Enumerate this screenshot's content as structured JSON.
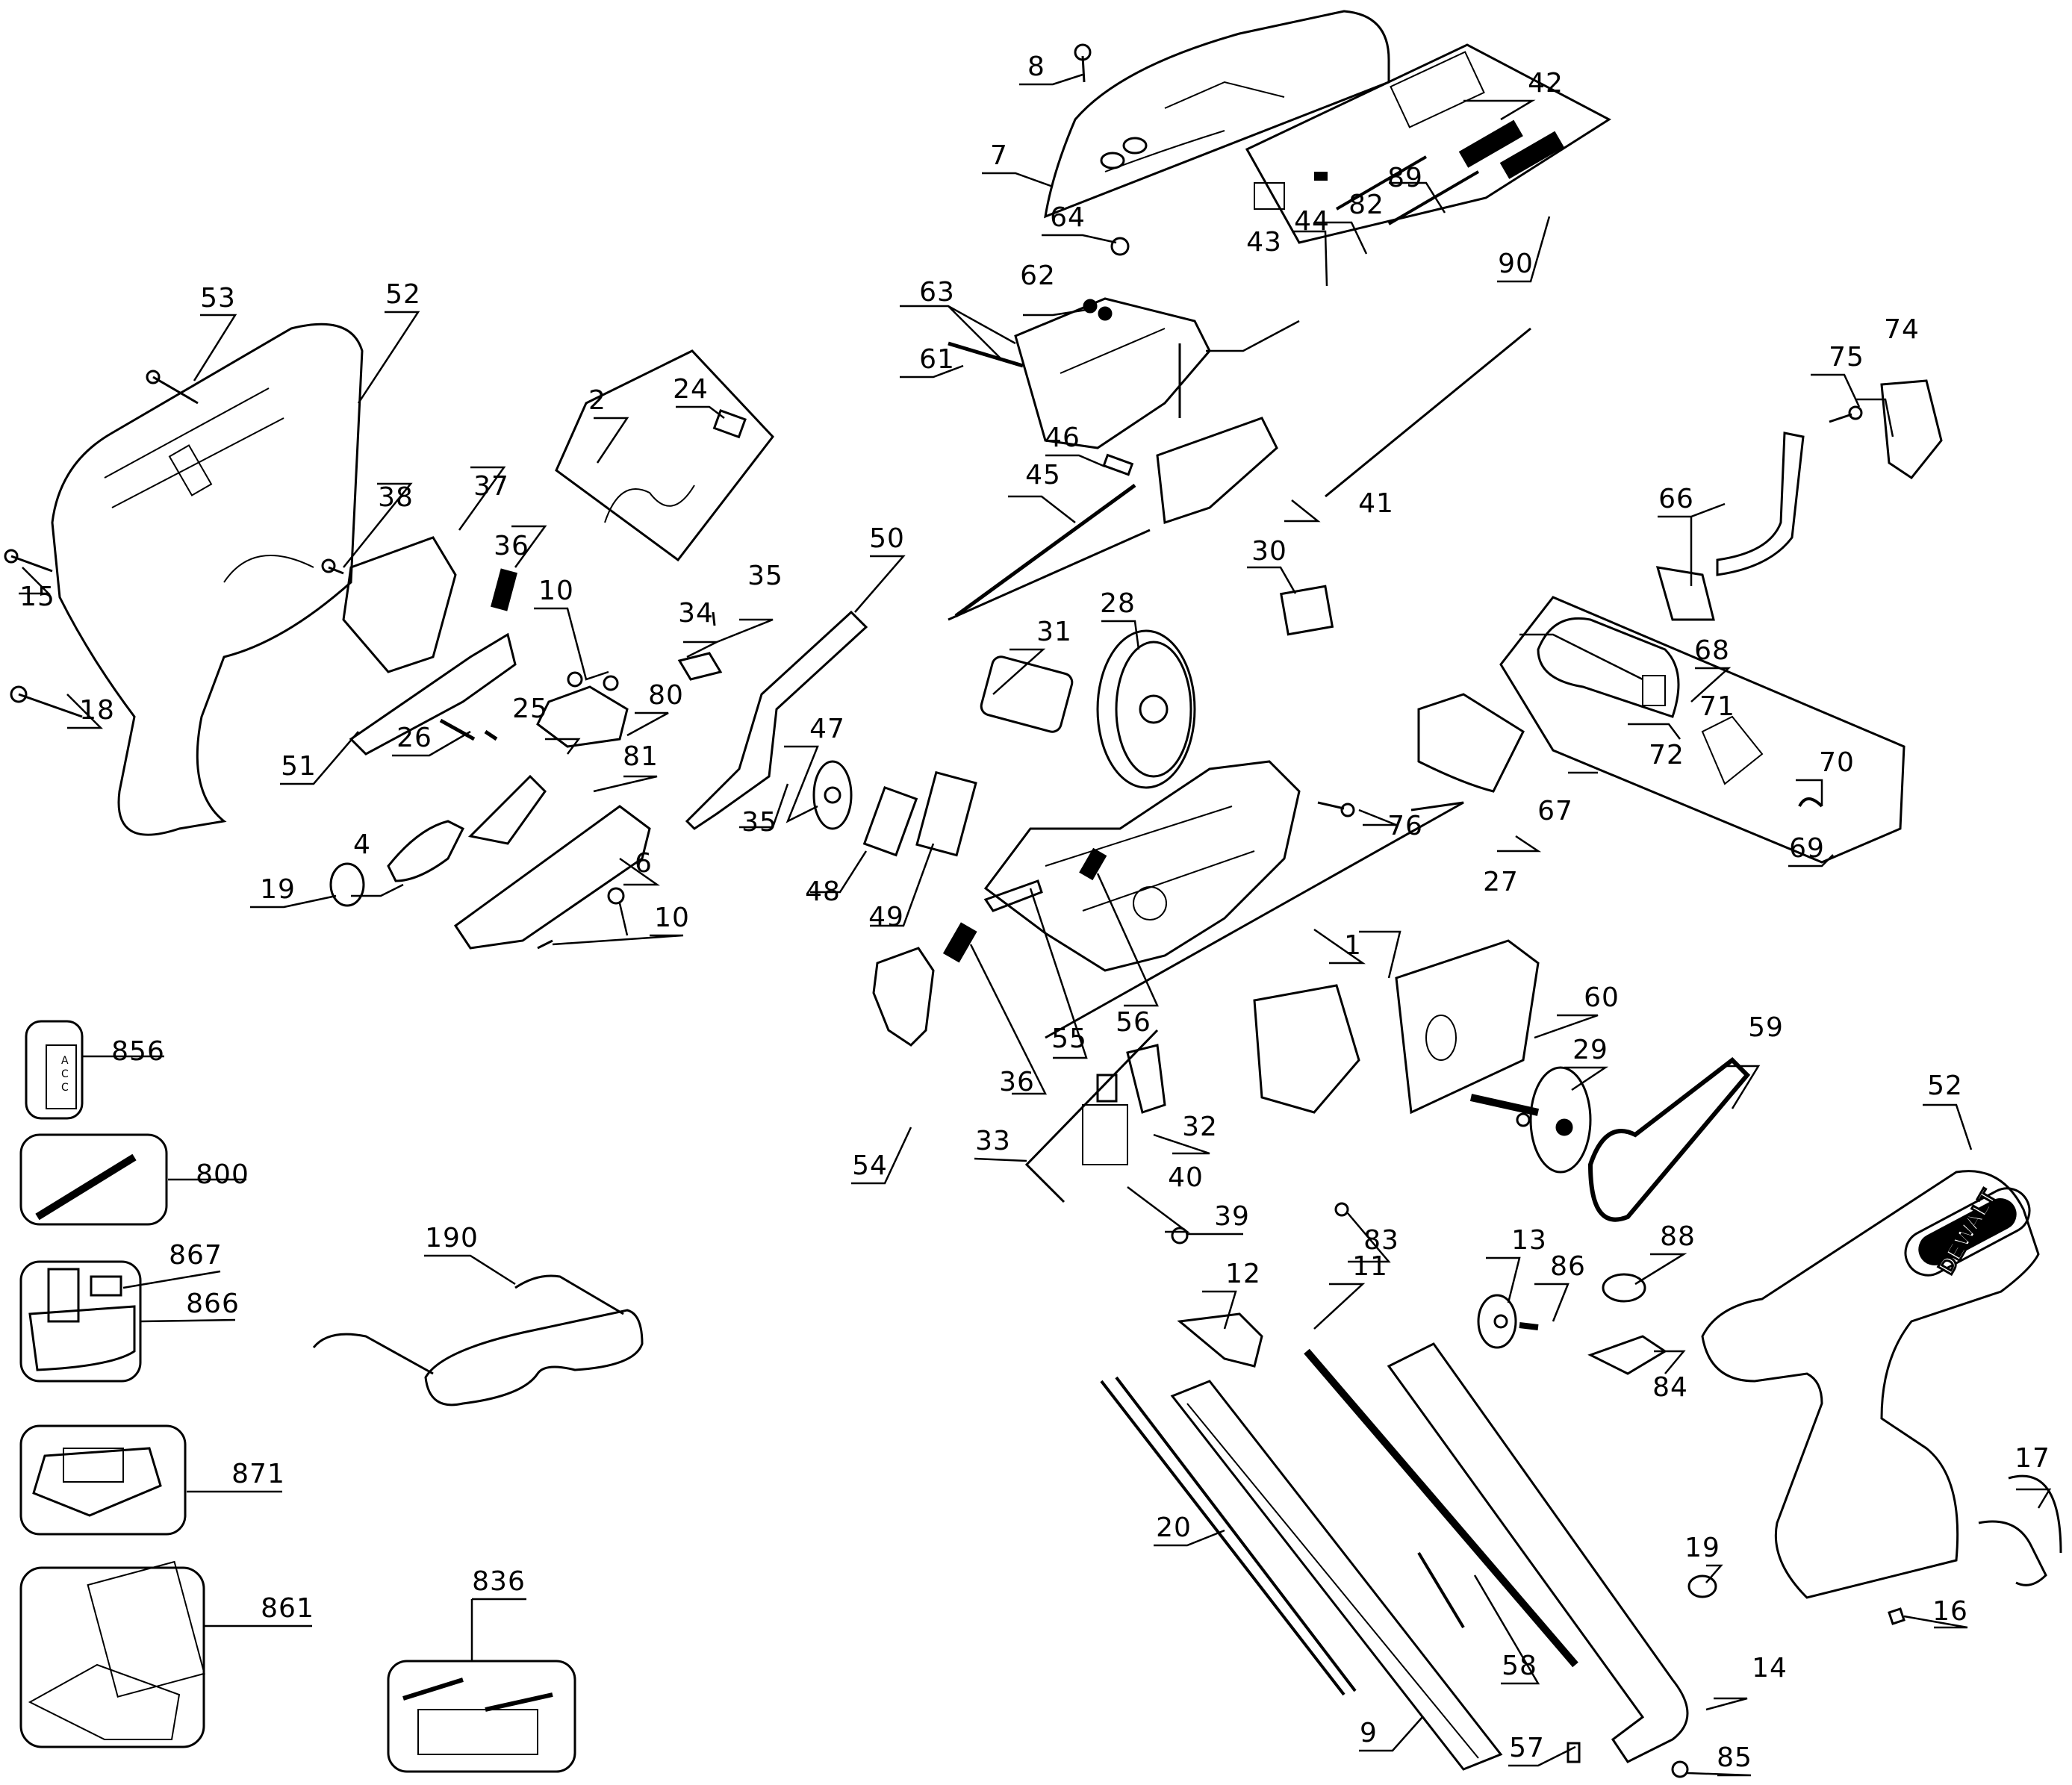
{
  "diagram": {
    "type": "exploded parts diagram",
    "brand_text": "DEWALT",
    "box_856_text": [
      "A",
      "C",
      "C"
    ],
    "labels": {
      "p1": "1",
      "p2": "2",
      "p4": "4",
      "p6": "6",
      "p7": "7",
      "p8": "8",
      "p9": "9",
      "p10a": "10",
      "p10b": "10",
      "p11": "11",
      "p12": "12",
      "p13": "13",
      "p14": "14",
      "p15": "15",
      "p16": "16",
      "p17": "17",
      "p18": "18",
      "p19a": "19",
      "p19b": "19",
      "p20": "20",
      "p24": "24",
      "p25": "25",
      "p26": "26",
      "p27": "27",
      "p28": "28",
      "p29": "29",
      "p30": "30",
      "p31": "31",
      "p32": "32",
      "p33": "33",
      "p34": "34",
      "p35a": "35",
      "p35b": "35",
      "p36a": "36",
      "p36b": "36",
      "p37": "37",
      "p38": "38",
      "p39": "39",
      "p40": "40",
      "p41": "41",
      "p42": "42",
      "p43": "43",
      "p44": "44",
      "p45": "45",
      "p46": "46",
      "p47": "47",
      "p48": "48",
      "p49": "49",
      "p50": "50",
      "p51": "51",
      "p52a": "52",
      "p52b": "52",
      "p53": "53",
      "p54": "54",
      "p55": "55",
      "p56": "56",
      "p57": "57",
      "p58": "58",
      "p59": "59",
      "p60": "60",
      "p61": "61",
      "p62": "62",
      "p63": "63",
      "p64": "64",
      "p66": "66",
      "p67": "67",
      "p68": "68",
      "p69": "69",
      "p70": "70",
      "p71": "71",
      "p72": "72",
      "p74": "74",
      "p75": "75",
      "p76": "76",
      "p80": "80",
      "p81": "81",
      "p82": "82",
      "p83": "83",
      "p84": "84",
      "p85": "85",
      "p86": "86",
      "p88": "88",
      "p89": "89",
      "p90": "90",
      "p190": "190",
      "p800": "800",
      "p836": "836",
      "p856": "856",
      "p861": "861",
      "p866": "866",
      "p867": "867",
      "p871": "871"
    }
  }
}
